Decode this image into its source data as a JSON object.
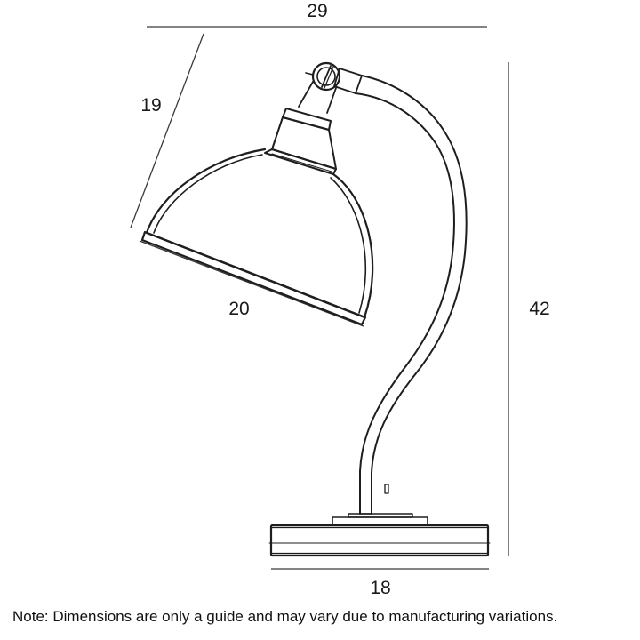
{
  "dimensions": {
    "overall_width": "29",
    "shade_height": "19",
    "shade_diameter": "20",
    "overall_height": "42",
    "base_width": "18"
  },
  "note": "Note: Dimensions are only a guide and may vary due to manufacturing variations.",
  "colors": {
    "line": "#1e1e1e",
    "dimension": "#3a3a3a",
    "background": "#ffffff"
  }
}
